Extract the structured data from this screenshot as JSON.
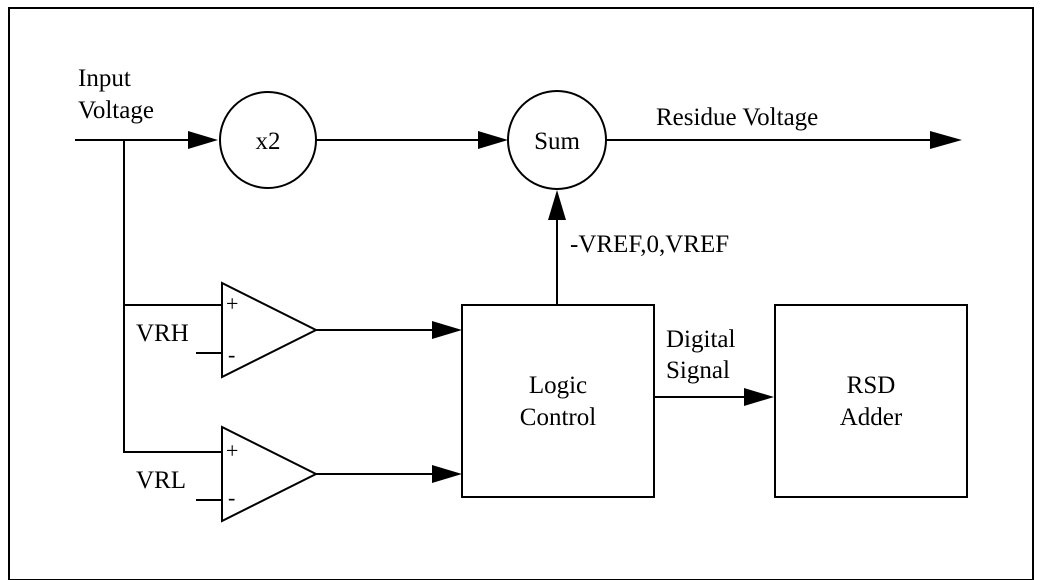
{
  "labels": {
    "input_line1": "Input",
    "input_line2": "Voltage",
    "multiplier": "x2",
    "summer": "Sum",
    "residue": "Residue Voltage",
    "feedback": "-VREF,0,VREF",
    "vrh": "VRH",
    "vrl": "VRL",
    "plus": "+",
    "minus": "-",
    "logic_line1": "Logic",
    "logic_line2": "Control",
    "digital_line1": "Digital",
    "digital_line2": "Signal",
    "rsd_line1": "RSD",
    "rsd_line2": "Adder"
  }
}
